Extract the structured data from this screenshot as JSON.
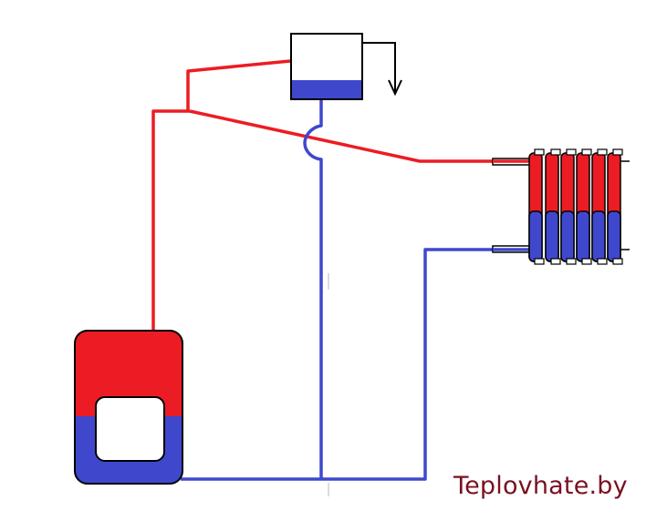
{
  "watermark": {
    "text": "Teplovhate.by"
  },
  "colors": {
    "hot": "#ec1c24",
    "cold": "#3f48cc",
    "outline": "#000000",
    "background": "#ffffff",
    "watermark": "#7a1020"
  },
  "components": [
    "boiler",
    "expansion-tank",
    "overflow-outlet",
    "radiator",
    "supply-pipe",
    "return-pipe"
  ]
}
